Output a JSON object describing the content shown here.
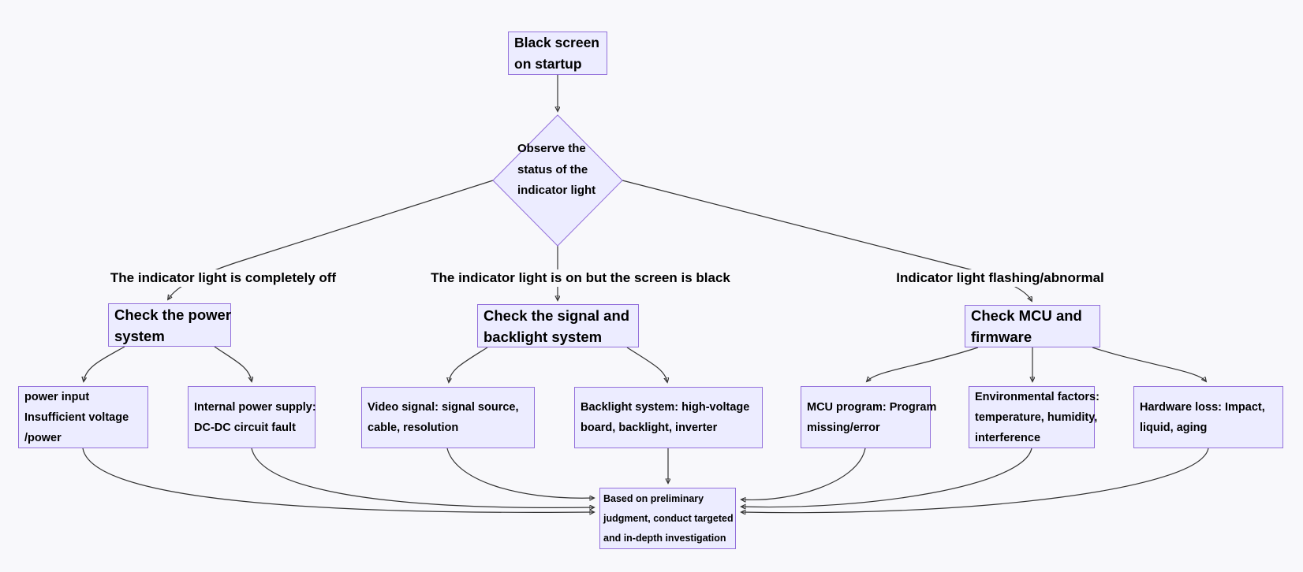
{
  "diagram": {
    "type": "flowchart",
    "nodes": {
      "start": {
        "text": "Black screen\non startup"
      },
      "decision": {
        "text": "Observe the\nstatus of the\nindicator light"
      },
      "check_power": {
        "text": "Check the power\nsystem"
      },
      "check_signal": {
        "text": "Check the signal and\nbacklight system"
      },
      "check_mcu": {
        "text": "Check MCU and\nfirmware"
      },
      "power_input": {
        "text": "power input\nInsufficient voltage\n/power"
      },
      "internal_supply": {
        "text": "Internal power supply:\nDC-DC circuit fault"
      },
      "video_signal": {
        "text": "Video signal: signal source,\ncable, resolution"
      },
      "backlight": {
        "text": "Backlight system: high-voltage\nboard, backlight, inverter"
      },
      "mcu_program": {
        "text": "MCU program: Program\nmissing/error"
      },
      "environment": {
        "text": "Environmental factors:\ntemperature, humidity,\ninterference"
      },
      "hardware": {
        "text": "Hardware loss: Impact,\nliquid, aging"
      },
      "conclusion": {
        "text": "Based on preliminary\njudgment, conduct targeted\nand in-depth investigation"
      }
    },
    "edge_labels": {
      "light_off": "The indicator light is completely off",
      "light_on_screen_black": "The indicator light is on but the screen is black",
      "light_flashing": "Indicator light flashing/abnormal"
    },
    "colors": {
      "background": "#f8f8fb",
      "node_fill": "#ECECFF",
      "node_border": "#9370DB",
      "edge": "#333333",
      "text": "#000000"
    }
  }
}
